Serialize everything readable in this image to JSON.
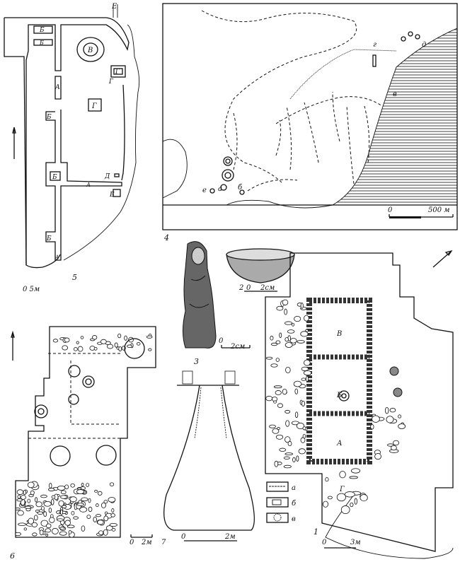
{
  "panel5": {
    "number": "5",
    "labels": {
      "e": "Е",
      "b1": "Б",
      "b2": "Б",
      "v": "В",
      "g1": "Г",
      "g2": "Г",
      "g3": "Г",
      "a1": "А",
      "b3": "Б",
      "b4": "Б",
      "d": "Д",
      "a2": "А",
      "b5": "Б",
      "b6": "Б",
      "a3": "А"
    },
    "scale": "0 5м"
  },
  "panel4": {
    "number": "4",
    "labels": {
      "g": "г",
      "d": "д",
      "v": "в",
      "e": "е",
      "a": "а",
      "b": "б"
    },
    "scale_zero": "0",
    "scale_max": "500 м"
  },
  "panel2": {
    "number": "2",
    "scale_zero": "0",
    "scale_max": "2см"
  },
  "panel3": {
    "number": "3",
    "scale_zero": "0",
    "scale_max": "2см"
  },
  "panel1": {
    "number": "1",
    "labels": {
      "v": "В",
      "b": "Б",
      "a": "А",
      "g": "Г"
    },
    "legend": [
      "а",
      "б",
      "в"
    ],
    "scale_zero": "0",
    "scale_max": "3м"
  },
  "panel6": {
    "number": "6",
    "scale_zero": "0",
    "scale_max": "2м"
  },
  "panel7": {
    "number": "7",
    "scale_zero": "0",
    "scale_max": "2м"
  }
}
